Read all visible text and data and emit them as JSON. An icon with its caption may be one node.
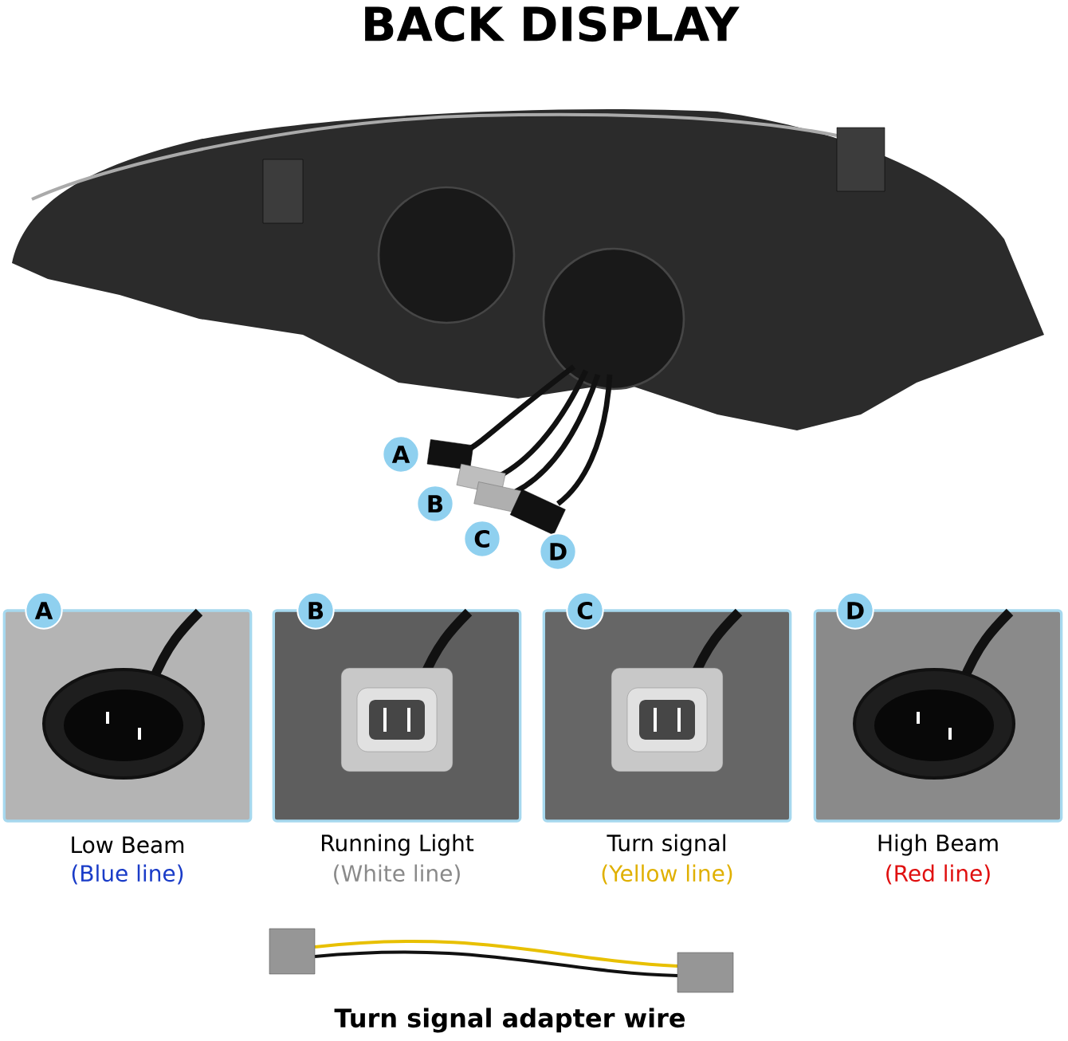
{
  "diagram": {
    "title": "BACK DISPLAY",
    "nodes": [
      {
        "text": [
          "A"
        ]
      },
      {
        "text": [
          "B"
        ]
      },
      {
        "text": [
          "C"
        ]
      },
      {
        "text": [
          "D"
        ]
      },
      {
        "text": [],
        "shape": "picture",
        "beside": [
          "Low Beam",
          "(Blue line)"
        ]
      },
      {
        "text": [
          "A"
        ]
      },
      {
        "text": [],
        "shape": "picture",
        "beside": [
          "Running Light",
          "(White line)"
        ]
      },
      {
        "text": [
          "B"
        ]
      },
      {
        "text": [],
        "shape": "picture",
        "beside": [
          "Turn signal",
          "(Yellow line)"
        ]
      },
      {
        "text": [
          "C"
        ]
      },
      {
        "text": [],
        "shape": "picture",
        "beside": [
          "High Beam",
          "(Red line)"
        ]
      },
      {
        "text": [
          "D"
        ]
      }
    ],
    "labels": [
      "Turn signal adapter wire"
    ]
  }
}
